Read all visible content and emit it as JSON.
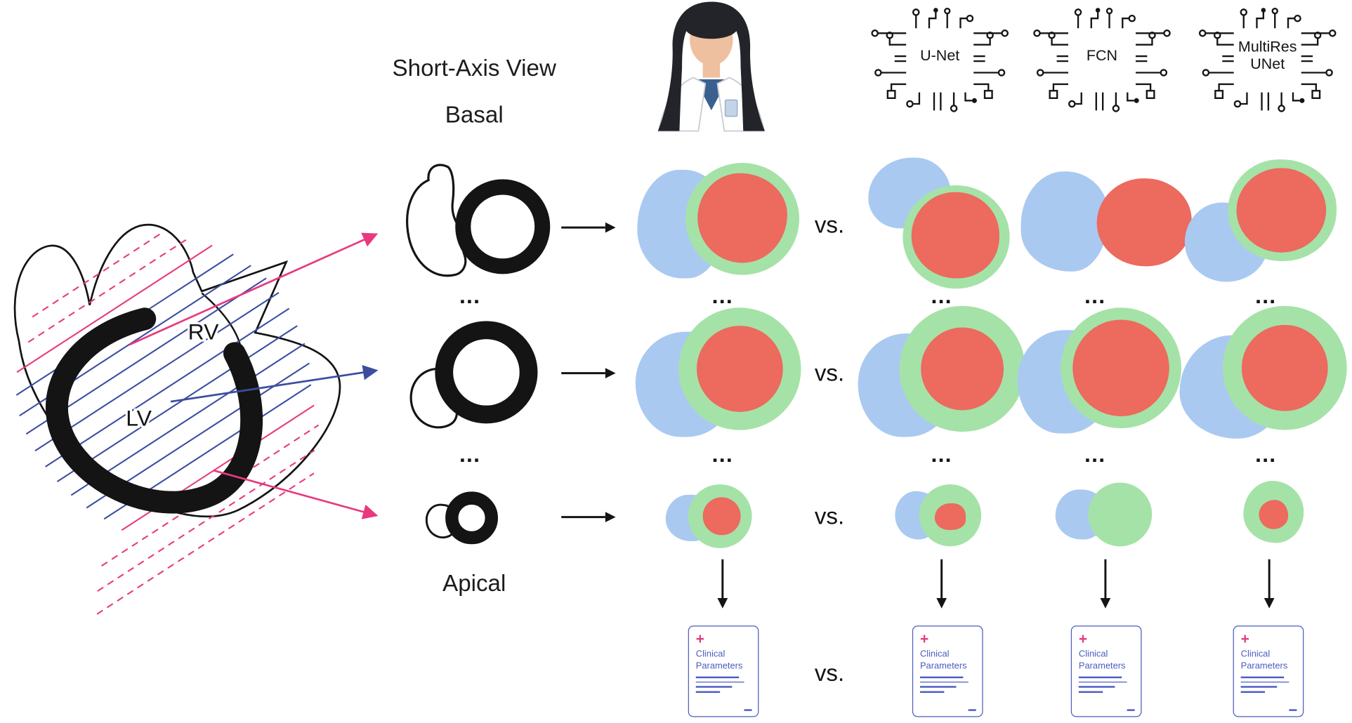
{
  "heart_panel": {
    "rv_label": "RV",
    "lv_label": "LV"
  },
  "slice_column": {
    "title": "Short-Axis View",
    "top_label": "Basal",
    "bottom_label": "Apical"
  },
  "labels": {
    "vs": "vs.",
    "ellipsis": "..."
  },
  "models": [
    {
      "label": "U-Net"
    },
    {
      "label": "FCN"
    },
    {
      "label": "MultiRes UNet"
    }
  ],
  "card": {
    "plus": "+",
    "title": "Clinical Parameters"
  },
  "colors": {
    "rv_mask": "#a9c9f1",
    "myocardium_mask": "#a5e2a8",
    "lv_mask": "#ec6a5e",
    "slice_highlight_pink": "#e8397f",
    "slice_line_blue": "#3c4da0",
    "document_blue": "#4d5bc0",
    "ink": "#141414"
  }
}
